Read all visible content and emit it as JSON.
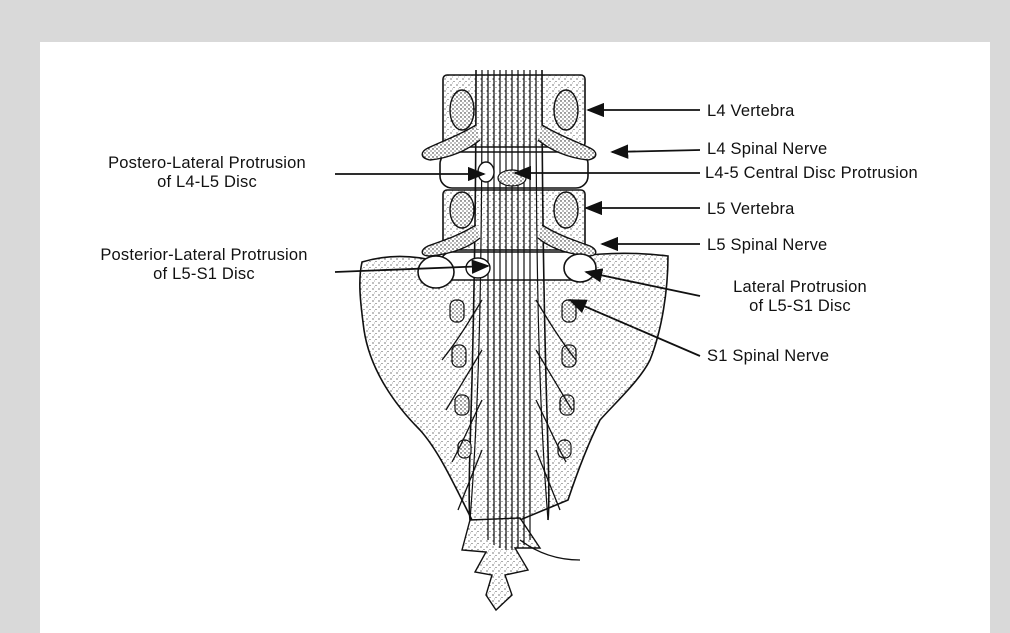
{
  "labels": {
    "l4_vertebra": "L4 Vertebra",
    "l4_spinal_nerve": "L4 Spinal Nerve",
    "l45_central": "L4-5 Central Disc Protrusion",
    "l5_vertebra": "L5 Vertebra",
    "l5_spinal_nerve": "L5 Spinal Nerve",
    "lateral_l5s1_line1": "Lateral Protrusion",
    "lateral_l5s1_line2": "of L5-S1 Disc",
    "s1_spinal_nerve": "S1 Spinal Nerve",
    "postero_lateral_line1": "Postero-Lateral Protrusion",
    "postero_lateral_line2": "of L4-L5 Disc",
    "posterior_lateral_line1": "Posterior-Lateral Protrusion",
    "posterior_lateral_line2": "of L5-S1 Disc"
  },
  "colors": {
    "background": "#d9d9d9",
    "panel": "#ffffff",
    "ink": "#111111"
  }
}
